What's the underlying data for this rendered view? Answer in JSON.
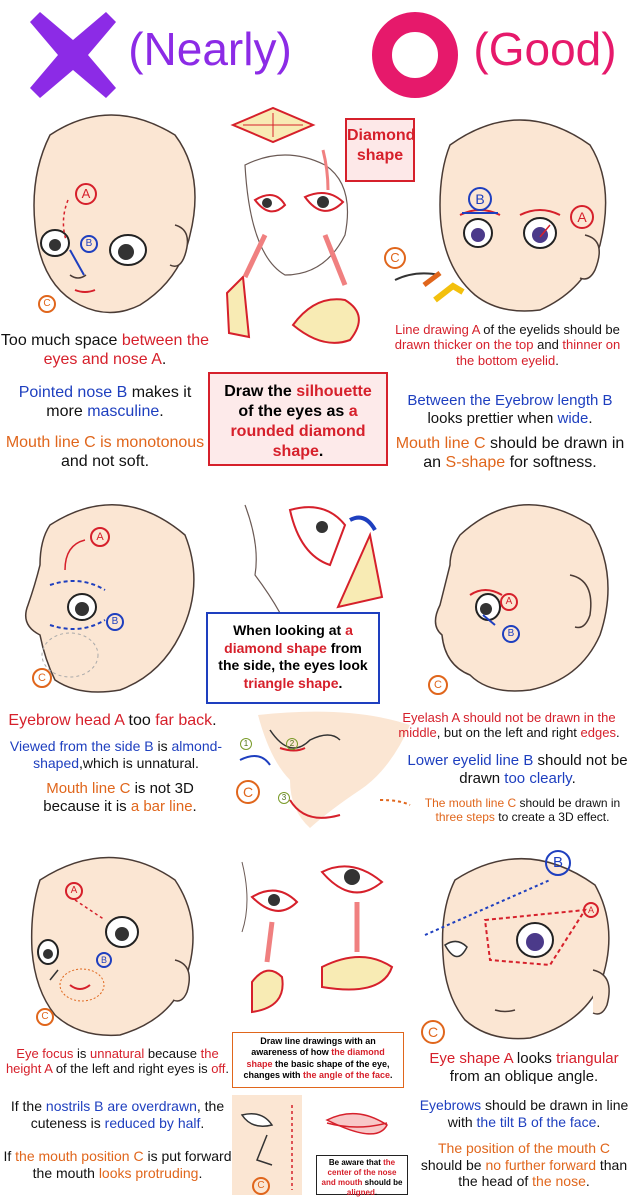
{
  "header": {
    "bad_label": "(Nearly)",
    "good_label": "(Good)",
    "bad_color": "#8c2be6",
    "good_color": "#e6196b"
  },
  "callouts": {
    "diamond": "Diamond\nshape",
    "silhouette": [
      "Draw the ",
      "silhouette",
      " of the eyes as ",
      "a rounded diamond shape",
      "."
    ],
    "side": [
      "When looking at ",
      "a diamond shape",
      " from the side, the eyes look ",
      "triangle shape",
      "."
    ],
    "awareness": [
      "Draw line drawings with an awareness of how ",
      "the diamond shape",
      " the basic shape of the eye, changes with ",
      "the angle of the face",
      "."
    ],
    "mouth_center": [
      "Be aware that ",
      "the center of the nose and mouth",
      " should be ",
      "aligned",
      "."
    ]
  },
  "labels": {
    "a": "A",
    "b": "B",
    "c": "C",
    "n1": "1",
    "n2": "2",
    "n3": "3"
  },
  "row1": {
    "left": [
      [
        "Too much space ",
        "between the eyes and nose A",
        "."
      ],
      [
        "Pointed nose B",
        " makes it more ",
        "masculine",
        "."
      ],
      [
        "Mouth line C is monotonous",
        " and not soft."
      ]
    ],
    "right": [
      [
        "Line drawing A",
        " of the eyelids should be ",
        "drawn thicker on the top",
        " and ",
        "thinner on the bottom eyelid",
        "."
      ],
      [
        "Between the Eyebrow length B",
        " looks prettier when ",
        "wide",
        "."
      ],
      [
        "Mouth line C",
        " should be drawn in an ",
        "S-shape",
        " for softness."
      ]
    ]
  },
  "row2": {
    "left": [
      [
        "Eyebrow head A",
        " too ",
        "far back",
        "."
      ],
      [
        "Viewed from the side B",
        " is ",
        "almond-shaped",
        ",which is unnatural."
      ],
      [
        "Mouth line C",
        " is not 3D because it is ",
        "a bar line",
        "."
      ]
    ],
    "right": [
      [
        "Eyelash A should ",
        "not be drawn in the middle",
        ", but on the left and right ",
        "edges",
        "."
      ],
      [
        "Lower eyelid line B",
        " should not be drawn ",
        "too clearly",
        "."
      ],
      [
        "The mouth line C",
        " should be drawn in ",
        "three steps",
        " to create a 3D effect."
      ]
    ]
  },
  "row3": {
    "left": [
      [
        "Eye focus",
        " is ",
        "unnatural",
        " because ",
        "the height A",
        " of the left and right eyes is ",
        "off",
        "."
      ],
      [
        "If the ",
        "nostrils B are overdrawn",
        ", the cuteness is ",
        "reduced by half",
        "."
      ],
      [
        "If ",
        "the mouth position C",
        " is put forward the mouth ",
        "looks protruding",
        "."
      ]
    ],
    "right": [
      [
        "Eye shape A",
        " looks ",
        "triangular",
        " from an oblique angle."
      ],
      [
        "Eyebrows",
        " should be drawn in line with ",
        "the tilt B of the face",
        "."
      ],
      [
        "The position of the mouth C",
        " should be ",
        "no further forward",
        " than the head of ",
        "the nose",
        "."
      ]
    ]
  },
  "colors": {
    "skin": "#fbe6d3",
    "line": "#4a3b35",
    "red": "#d6202b",
    "blue": "#1e3fbf",
    "orange": "#e0661c",
    "diamond_fill": "#f8ebb4"
  }
}
